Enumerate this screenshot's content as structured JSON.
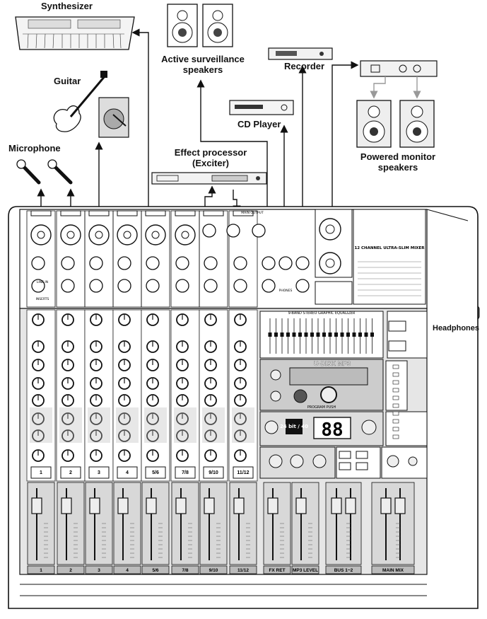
{
  "labels": {
    "synthesizer": "Synthesizer",
    "guitar": "Guitar",
    "microphone": "Microphone",
    "active_speakers_line1": "Active surveillance",
    "active_speakers_line2": "speakers",
    "recorder": "Recorder",
    "cd_player": "CD Player",
    "effect_processor_line1": "Effect processor",
    "effect_processor_line2": "(Exciter)",
    "powered_monitor_line1": "Powered monitor",
    "powered_monitor_line2": "speakers",
    "headphones": "Headphones"
  },
  "mixer": {
    "eq_title": "9-BAND STEREO GRAPHIC EQUALIZER",
    "display_brand": "U-DISK MP3",
    "digit_readout": "88",
    "effect_badge": "24 bit / 40",
    "program_label": "PROGRAM PUSH",
    "model_text": "12 CHANNEL ULTRA-SLIM MIXER",
    "channel_numbers": [
      "1",
      "2",
      "3",
      "4",
      "5/6",
      "7/8",
      "9/10",
      "11/12"
    ],
    "strip_labels": [
      "1",
      "2",
      "3",
      "4",
      "5/6",
      "7/8",
      "9/10",
      "11/12",
      "FX RET",
      "MP3 LEVEL",
      "BUS 1~2",
      "MAIN MIX"
    ],
    "io_labels": {
      "line_in": "LINE IN",
      "inserts": "INSERTS",
      "phones": "PHONES",
      "main_output": "MAIN OUTPUT"
    }
  }
}
